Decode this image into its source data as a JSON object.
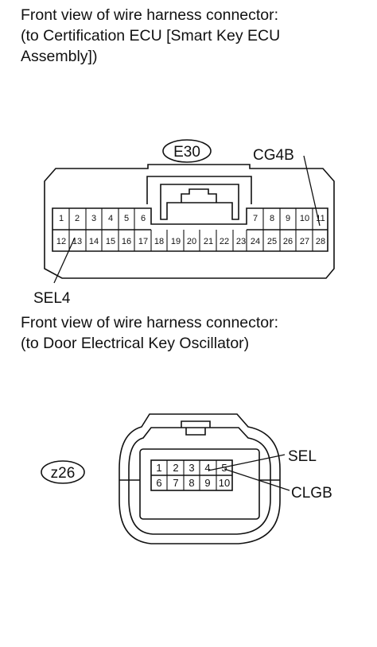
{
  "connector1": {
    "caption": [
      "Front view of wire harness connector:",
      "(to Certification ECU [Smart Key ECU",
      "Assembly])"
    ],
    "code": "E30",
    "pins_top": [
      "1",
      "2",
      "3",
      "4",
      "5",
      "6",
      "7",
      "8",
      "9",
      "10",
      "11"
    ],
    "pins_bottom": [
      "12",
      "13",
      "14",
      "15",
      "16",
      "17",
      "18",
      "19",
      "20",
      "21",
      "22",
      "23",
      "24",
      "25",
      "26",
      "27",
      "28"
    ],
    "labels": {
      "cg4b": "CG4B",
      "sel4": "SEL4"
    }
  },
  "connector2": {
    "caption": [
      "Front view of wire harness connector:",
      "(to Door Electrical Key Oscillator)"
    ],
    "code": "z26",
    "pins_top": [
      "1",
      "2",
      "3",
      "4",
      "5"
    ],
    "pins_bottom": [
      "6",
      "7",
      "8",
      "9",
      "10"
    ],
    "labels": {
      "sel": "SEL",
      "clgb": "CLGB"
    }
  },
  "colors": {
    "line": "#111111",
    "background": "#ffffff"
  }
}
